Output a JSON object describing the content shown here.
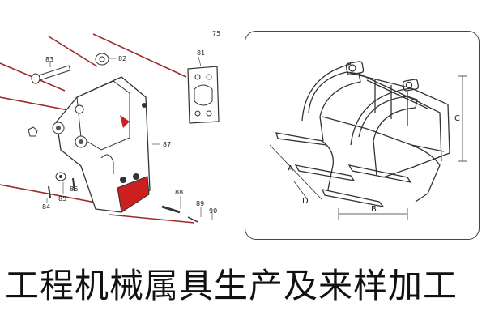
{
  "exploded_diagram": {
    "part_numbers": [
      "81",
      "82",
      "83",
      "84",
      "85",
      "86",
      "87",
      "88",
      "89",
      "90"
    ],
    "corner_label": "75",
    "accent_color": "#cc1f1f"
  },
  "grapple_drawing": {
    "dimension_labels": {
      "a": "A",
      "b": "B",
      "c": "C",
      "d": "D"
    }
  },
  "caption": {
    "text": "工程机械属具生产及来样加工"
  }
}
